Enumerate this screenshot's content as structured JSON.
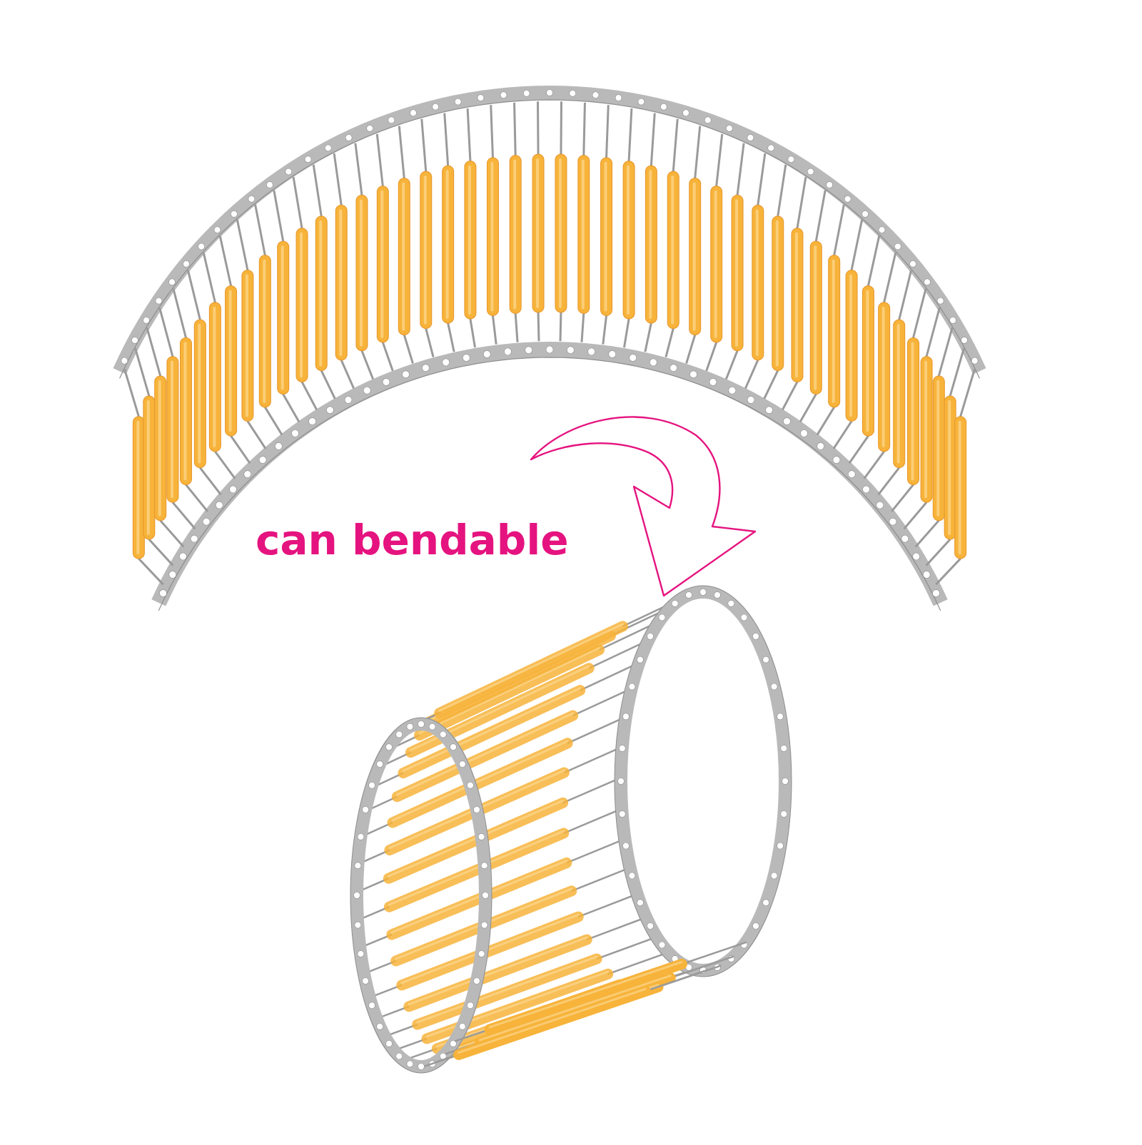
{
  "caption": {
    "text": "can bendable",
    "color": "#e5137f"
  },
  "colors": {
    "filament": "#f7b33a",
    "filament_highlight": "#fde0a0",
    "filament_shade": "#e8962a",
    "strip": "#b9b9b9",
    "strip_dark": "#8e8e8e",
    "lead_wire": "#9a9a9a",
    "background": "#ffffff",
    "arrow": "#e5137f"
  },
  "illustration": {
    "arched_strip": {
      "filament_count": 46,
      "icon": "led-filament-strip-arched"
    },
    "rolled_cylinder": {
      "filament_count": 22,
      "icon": "led-filament-strip-rolled"
    },
    "arrow": {
      "icon": "curved-arrow-outline"
    }
  }
}
